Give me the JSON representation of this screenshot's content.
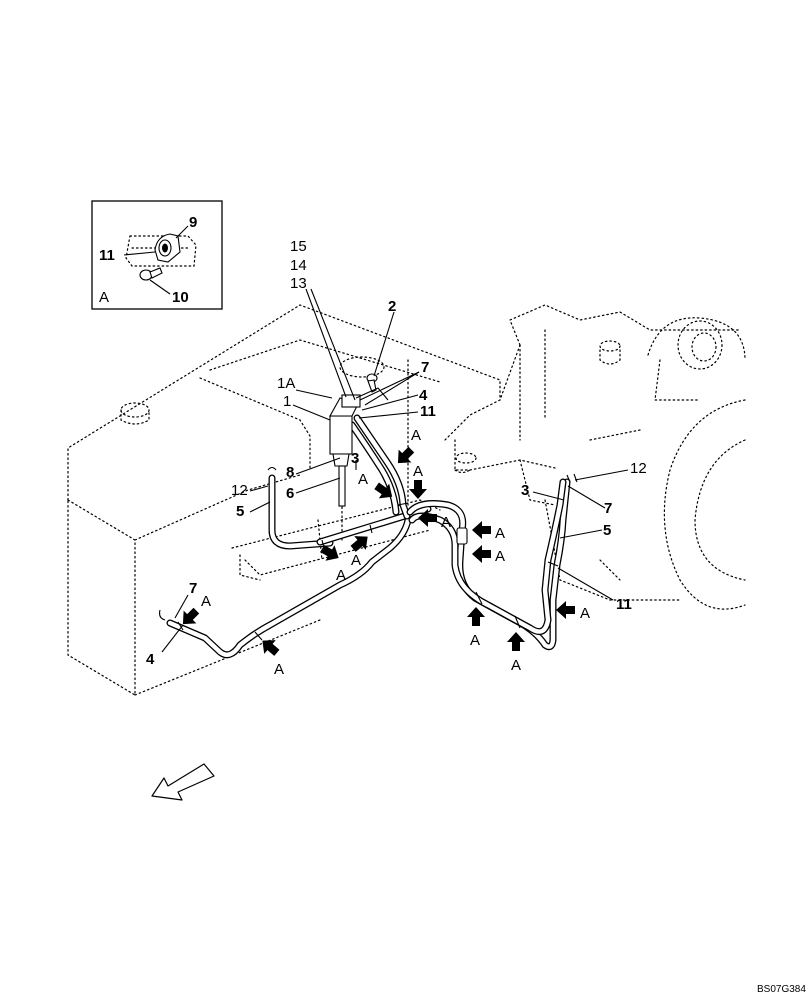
{
  "inset": {
    "view_letter": "A",
    "callouts": {
      "clip": "9",
      "hose": "11",
      "bolt": "10"
    }
  },
  "callouts": {
    "c15": "15",
    "c14": "14",
    "c13": "13",
    "c2": "2",
    "c7a": "7",
    "c4a": "4",
    "c11a": "11",
    "c1A": "1A",
    "c1": "1",
    "c8": "8",
    "c6": "6",
    "c3a": "3",
    "c12a": "12",
    "c5a": "5",
    "c12b": "12",
    "c3b": "3",
    "c7b": "7",
    "c5b": "5",
    "c11b": "11",
    "c7c": "7",
    "c4c": "4"
  },
  "arrow_letter": "A",
  "reference_code": "BS07G384",
  "icons": {
    "direction": "front-direction-arrow-icon",
    "detail": "detail-a-arrow-icon"
  }
}
